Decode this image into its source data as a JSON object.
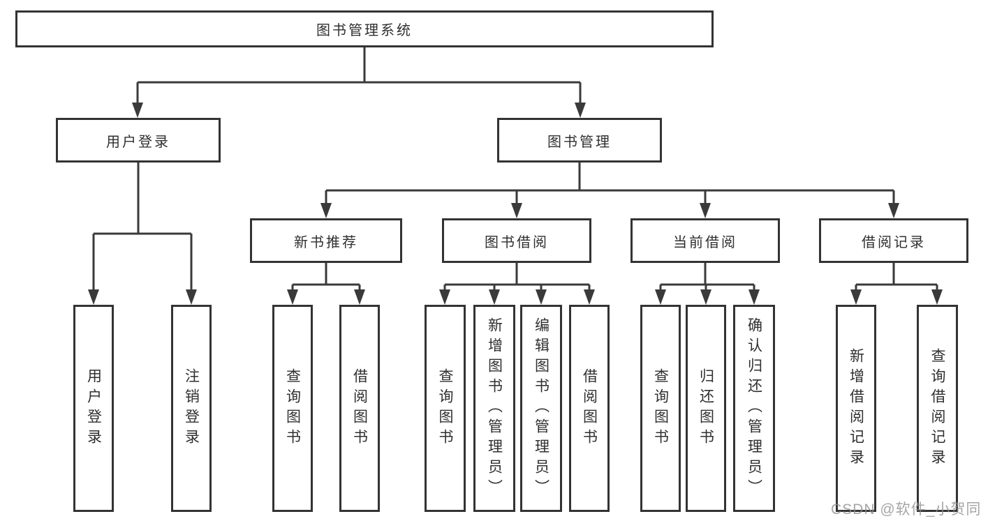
{
  "diagram": {
    "title": "图书管理系统",
    "watermark": "CSDN @软件_小贺同学",
    "colors": {
      "line": "#3a3a3a",
      "box_border": "#333333",
      "text": "#2f2f2f",
      "background": "#ffffff",
      "watermark": "#8f8f8f"
    }
  },
  "tree": {
    "root": "图书管理系统",
    "level2": [
      "用户登录",
      "图书管理"
    ],
    "level3": [
      "新书推荐",
      "图书借阅",
      "当前借阅",
      "借阅记录"
    ],
    "leaves": {
      "user_login": [
        "用户登录",
        "注销登录"
      ],
      "new_book": [
        "查询图书",
        "借阅图书"
      ],
      "book_borrow": [
        "查询图书",
        "新增图书（管理员）",
        "编辑图书（管理员）",
        "借阅图书"
      ],
      "current_borrow": [
        "查询图书",
        "归还图书",
        "确认归还（管理员）"
      ],
      "records": [
        "新增借阅记录",
        "查询借阅记录"
      ]
    }
  }
}
